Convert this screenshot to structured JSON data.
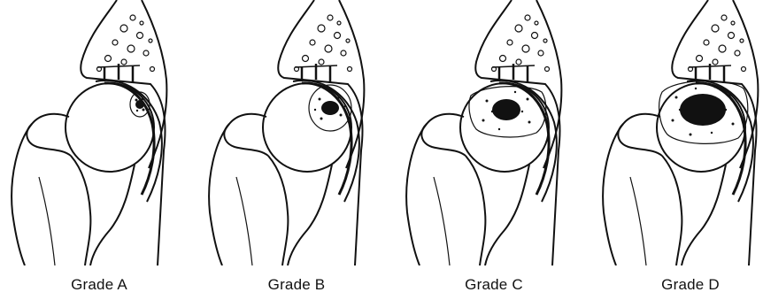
{
  "figure": {
    "panels": [
      {
        "label": "Grade A",
        "lesion_extent": 0.12
      },
      {
        "label": "Grade B",
        "lesion_extent": 0.3
      },
      {
        "label": "Grade C",
        "lesion_extent": 0.55
      },
      {
        "label": "Grade D",
        "lesion_extent": 0.85
      }
    ]
  },
  "colors": {
    "ink": "#111111",
    "background": "#ffffff"
  }
}
